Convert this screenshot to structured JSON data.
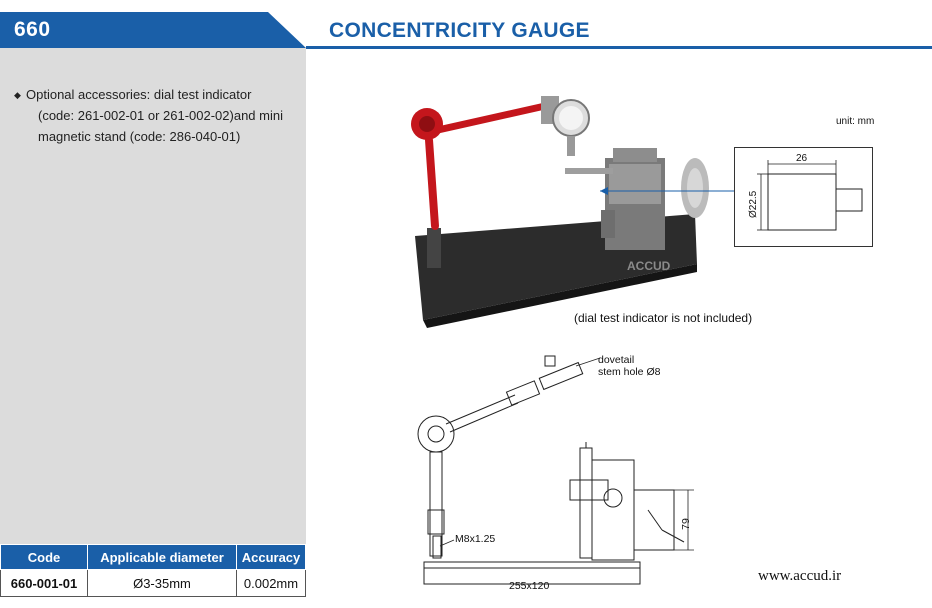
{
  "header": {
    "code": "660",
    "title": "CONCENTRICITY GAUGE"
  },
  "bullet_lines": [
    "Optional accessories: dial test indicator",
    "(code: 261-002-01 or 261-002-02)and mini",
    "magnetic stand (code: 286-040-01)"
  ],
  "spec_table": {
    "headers": [
      "Code",
      "Applicable diameter",
      "Accuracy"
    ],
    "rows": [
      [
        "660-001-01",
        "Ø3-35mm",
        "0.002mm"
      ]
    ]
  },
  "photo": {
    "brand_text": "ACCUD",
    "unit_label": "unit: mm",
    "dimension_width": "26",
    "dimension_diameter": "Ø22.5",
    "note": "(dial test indicator is not included)"
  },
  "drawing": {
    "label_dovetail_1": "dovetail",
    "label_dovetail_2": "stem hole Ø8",
    "label_thread": "M8x1.25",
    "label_base": "255x120",
    "label_height": "79"
  },
  "footer": {
    "website": "www.accud.ir"
  },
  "colors": {
    "brand_blue": "#1a5fa8",
    "panel_gray": "#dcdcdc",
    "arm_red": "#c4161c"
  }
}
